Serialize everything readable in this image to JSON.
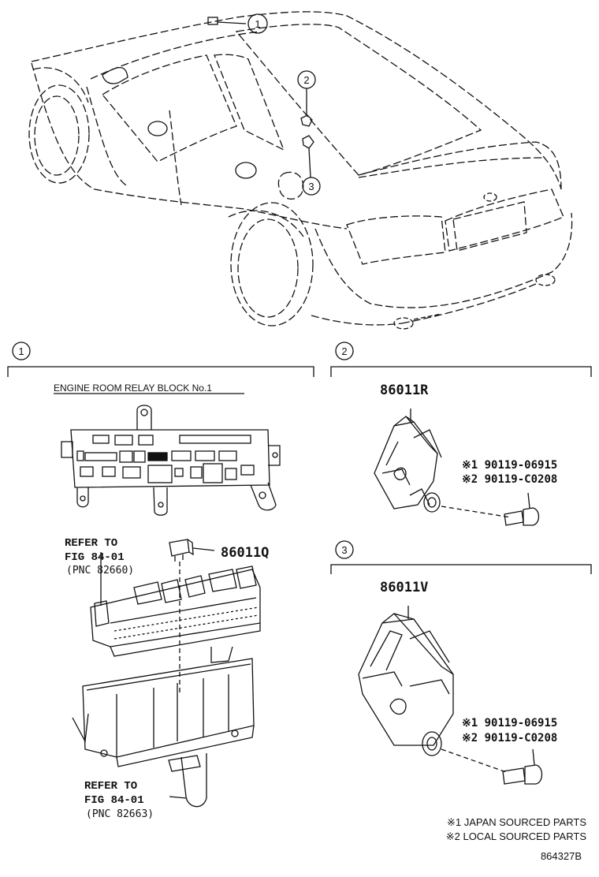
{
  "callouts": {
    "car_1": "1",
    "car_2": "2",
    "car_3": "3",
    "section_1": "1",
    "section_2": "2",
    "section_3": "3"
  },
  "section1": {
    "relay_block_label": "ENGINE ROOM RELAY BLOCK No.1",
    "relay_part_number": "86011Q",
    "refer_top": [
      "REFER TO",
      "FIG 84-01",
      "(PNC 82660)"
    ],
    "refer_bottom": [
      "REFER TO",
      "FIG 84-01",
      "(PNC 82663)"
    ]
  },
  "section2": {
    "part_number": "86011R",
    "bolt_1": "※1 90119-06915",
    "bolt_2": "※2 90119-C0208"
  },
  "section3": {
    "part_number": "86011V",
    "bolt_1": "※1 90119-06915",
    "bolt_2": "※2 90119-C0208"
  },
  "footnotes": {
    "note_1": "※1 JAPAN SOURCED PARTS",
    "note_2": "※2 LOCAL SOURCED PARTS"
  },
  "drawing_id": "864327B"
}
